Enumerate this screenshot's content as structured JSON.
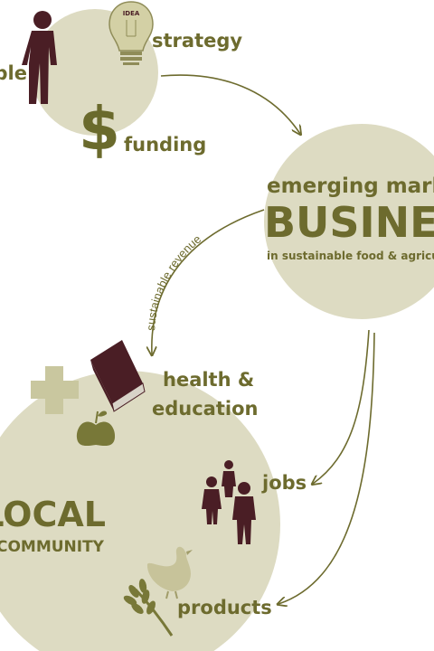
{
  "colors": {
    "circle_fill": "#dddbc2",
    "olive_text": "#6d6b2e",
    "maroon": "#4a1e25",
    "dollar": "#6a6a2c",
    "cross": "#c9c79f",
    "apple": "#787838",
    "chicken": "#c7c39a",
    "arrow": "#6d6b2e"
  },
  "top_cluster": {
    "people_label": "people",
    "strategy_label": "strategy",
    "funding_label": "funding",
    "bulb_text": "IDEA",
    "icons": [
      "person-icon",
      "lightbulb-icon",
      "dollar-icon"
    ]
  },
  "business": {
    "line1": "emerging market",
    "line2": "BUSINESS",
    "line3": "in sustainable food & agriculture"
  },
  "revenue_label": "sustainable revenue",
  "community": {
    "line1": "LOCAL",
    "line2": "COMMUNITY",
    "health_label_1": "health &",
    "health_label_2": "education",
    "jobs_label": "jobs",
    "products_label": "products",
    "icons": [
      "cross-icon",
      "book-icon",
      "apple-icon",
      "people-group-icon",
      "chicken-icon",
      "wheat-icon"
    ]
  }
}
